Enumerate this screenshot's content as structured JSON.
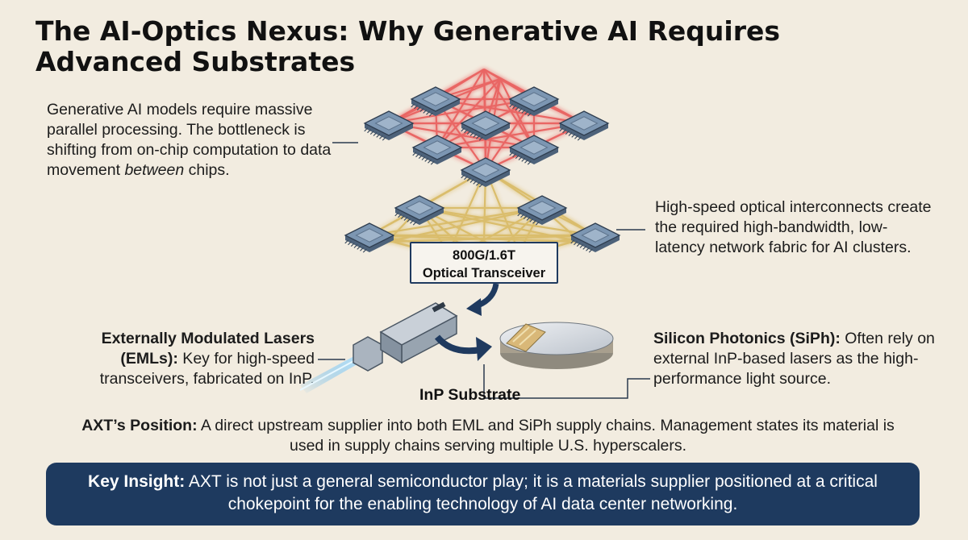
{
  "title": "The AI-Optics Nexus: Why Generative AI Requires Advanced Substrates",
  "left_intro": {
    "before": "Generative AI models require massive parallel processing. The bottleneck is shifting from on-chip computation to data movement ",
    "emphasis": "between",
    "after": " chips."
  },
  "right_intro": "High-speed optical interconnects create the required high-bandwidth, low-latency network fabric for AI clusters.",
  "transceiver": {
    "line1": "800G/1.6T",
    "line2": "Optical Transceiver"
  },
  "eml": {
    "label": "Externally Modulated Lasers (EMLs):",
    "text": " Key for high-speed transceivers, fabricated on InP."
  },
  "siph": {
    "label": "Silicon Photonics (SiPh):",
    "text": " Often rely on external InP-based lasers as the high-performance light source."
  },
  "substrate_label": "InP Substrate",
  "axt": {
    "label": "AXT’s Position:",
    "text": " A direct upstream supplier into both EML and SiPh supply chains. Management states its material is used in supply chains serving multiple U.S. hyperscalers."
  },
  "insight": {
    "label": "Key Insight:",
    "text": " AXT is not just a general semiconductor play; it is a materials supplier positioned at a critical chokepoint for the enabling technology of AI data center networking."
  },
  "colors": {
    "background": "#f2ece0",
    "insight_bg": "#1e3a5f",
    "red_glow": "#e85050",
    "gold_glow": "#d8b860",
    "chip": "#6f8ba8",
    "laser": "#4db4f0"
  }
}
